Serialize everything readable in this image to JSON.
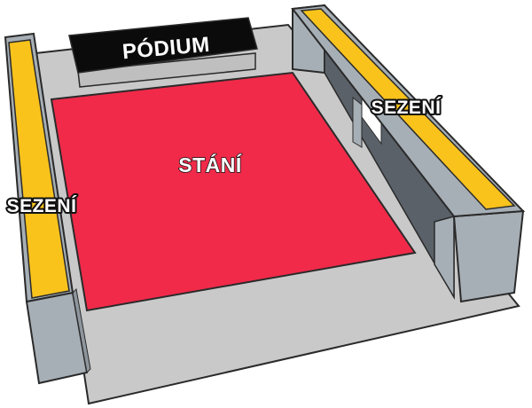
{
  "labels": {
    "podium": "PÓDIUM",
    "standing": "STÁNÍ",
    "seating_left": "SEZENÍ",
    "seating_right": "SEZENÍ"
  },
  "colors": {
    "floor": "#c9c9c9",
    "standing_area": "#f12a49",
    "podium": "#0b0b0b",
    "seating": "#f9c31c",
    "walls": "#a7afb6",
    "outline": "#2a2a2a"
  },
  "icons": {
    "podium": "stage-block",
    "seating": "seating-tribune",
    "standing": "standing-floor"
  }
}
